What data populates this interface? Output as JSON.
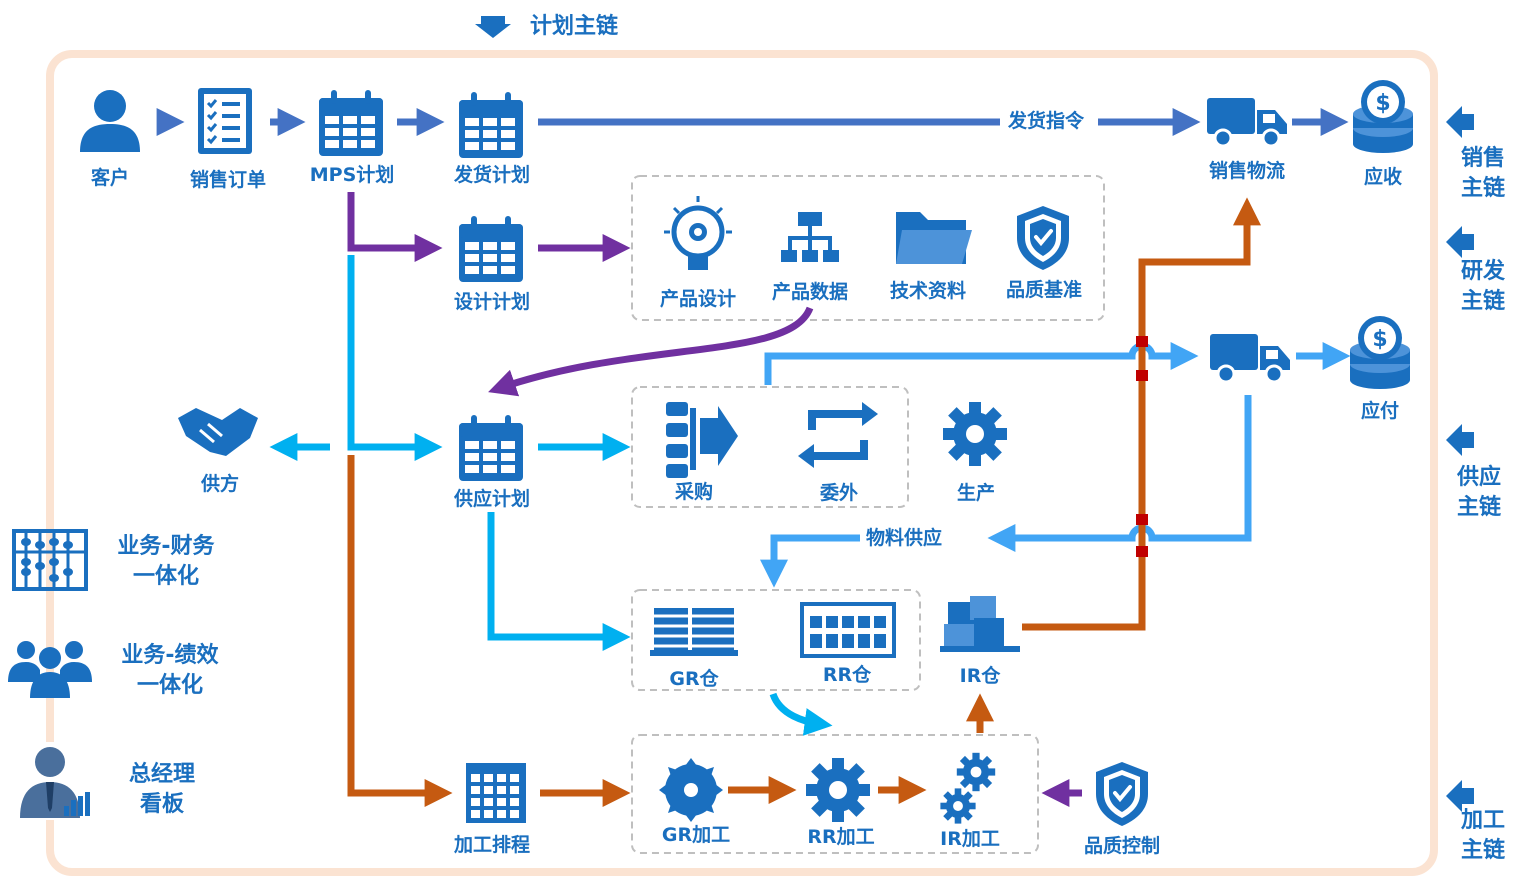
{
  "header": {
    "title": "计划主链"
  },
  "nodes": {
    "customer": "客户",
    "sales_order": "销售订单",
    "mps_plan": "MPS计划",
    "delivery_plan": "发货计划",
    "design_plan": "设计计划",
    "supply_plan": "供应计划",
    "processing_schedule": "加工排程",
    "supplier": "供方",
    "sales_logistics": "销售物流",
    "receivable": "应收",
    "payable": "应付",
    "product_design": "产品设计",
    "product_data": "产品数据",
    "tech_docs": "技术资料",
    "quality_baseline": "品质基准",
    "purchase": "采购",
    "outsource": "委外",
    "production": "生产",
    "gr_warehouse": "GR仓",
    "rr_warehouse": "RR仓",
    "ir_warehouse": "IR仓",
    "gr_process": "GR加工",
    "rr_process": "RR加工",
    "ir_process": "IR加工",
    "quality_control": "品质控制"
  },
  "flow_labels": {
    "delivery_instruction": "发货指令",
    "material_supply": "物料供应"
  },
  "side_chains": [
    {
      "line1": "销售",
      "line2": "主链"
    },
    {
      "line1": "研发",
      "line2": "主链"
    },
    {
      "line1": "供应",
      "line2": "主链"
    },
    {
      "line1": "加工",
      "line2": "主链"
    }
  ],
  "left_panel": [
    {
      "line1": "业务-财务",
      "line2": "一体化",
      "icon": "abacus-icon"
    },
    {
      "line1": "业务-绩效",
      "line2": "一体化",
      "icon": "team-icon"
    },
    {
      "line1": "总经理",
      "line2": "看板",
      "icon": "manager-icon"
    }
  ],
  "colors": {
    "plan_chain": "#4472c4",
    "rd_chain": "#7030a0",
    "supply_chain": "#00b0f0",
    "supply_light": "#41a5f5",
    "processing_chain": "#c55a11",
    "icon_blue": "#1a6fbf",
    "frame": "#fbe3d2",
    "crossing": "#c00000"
  }
}
